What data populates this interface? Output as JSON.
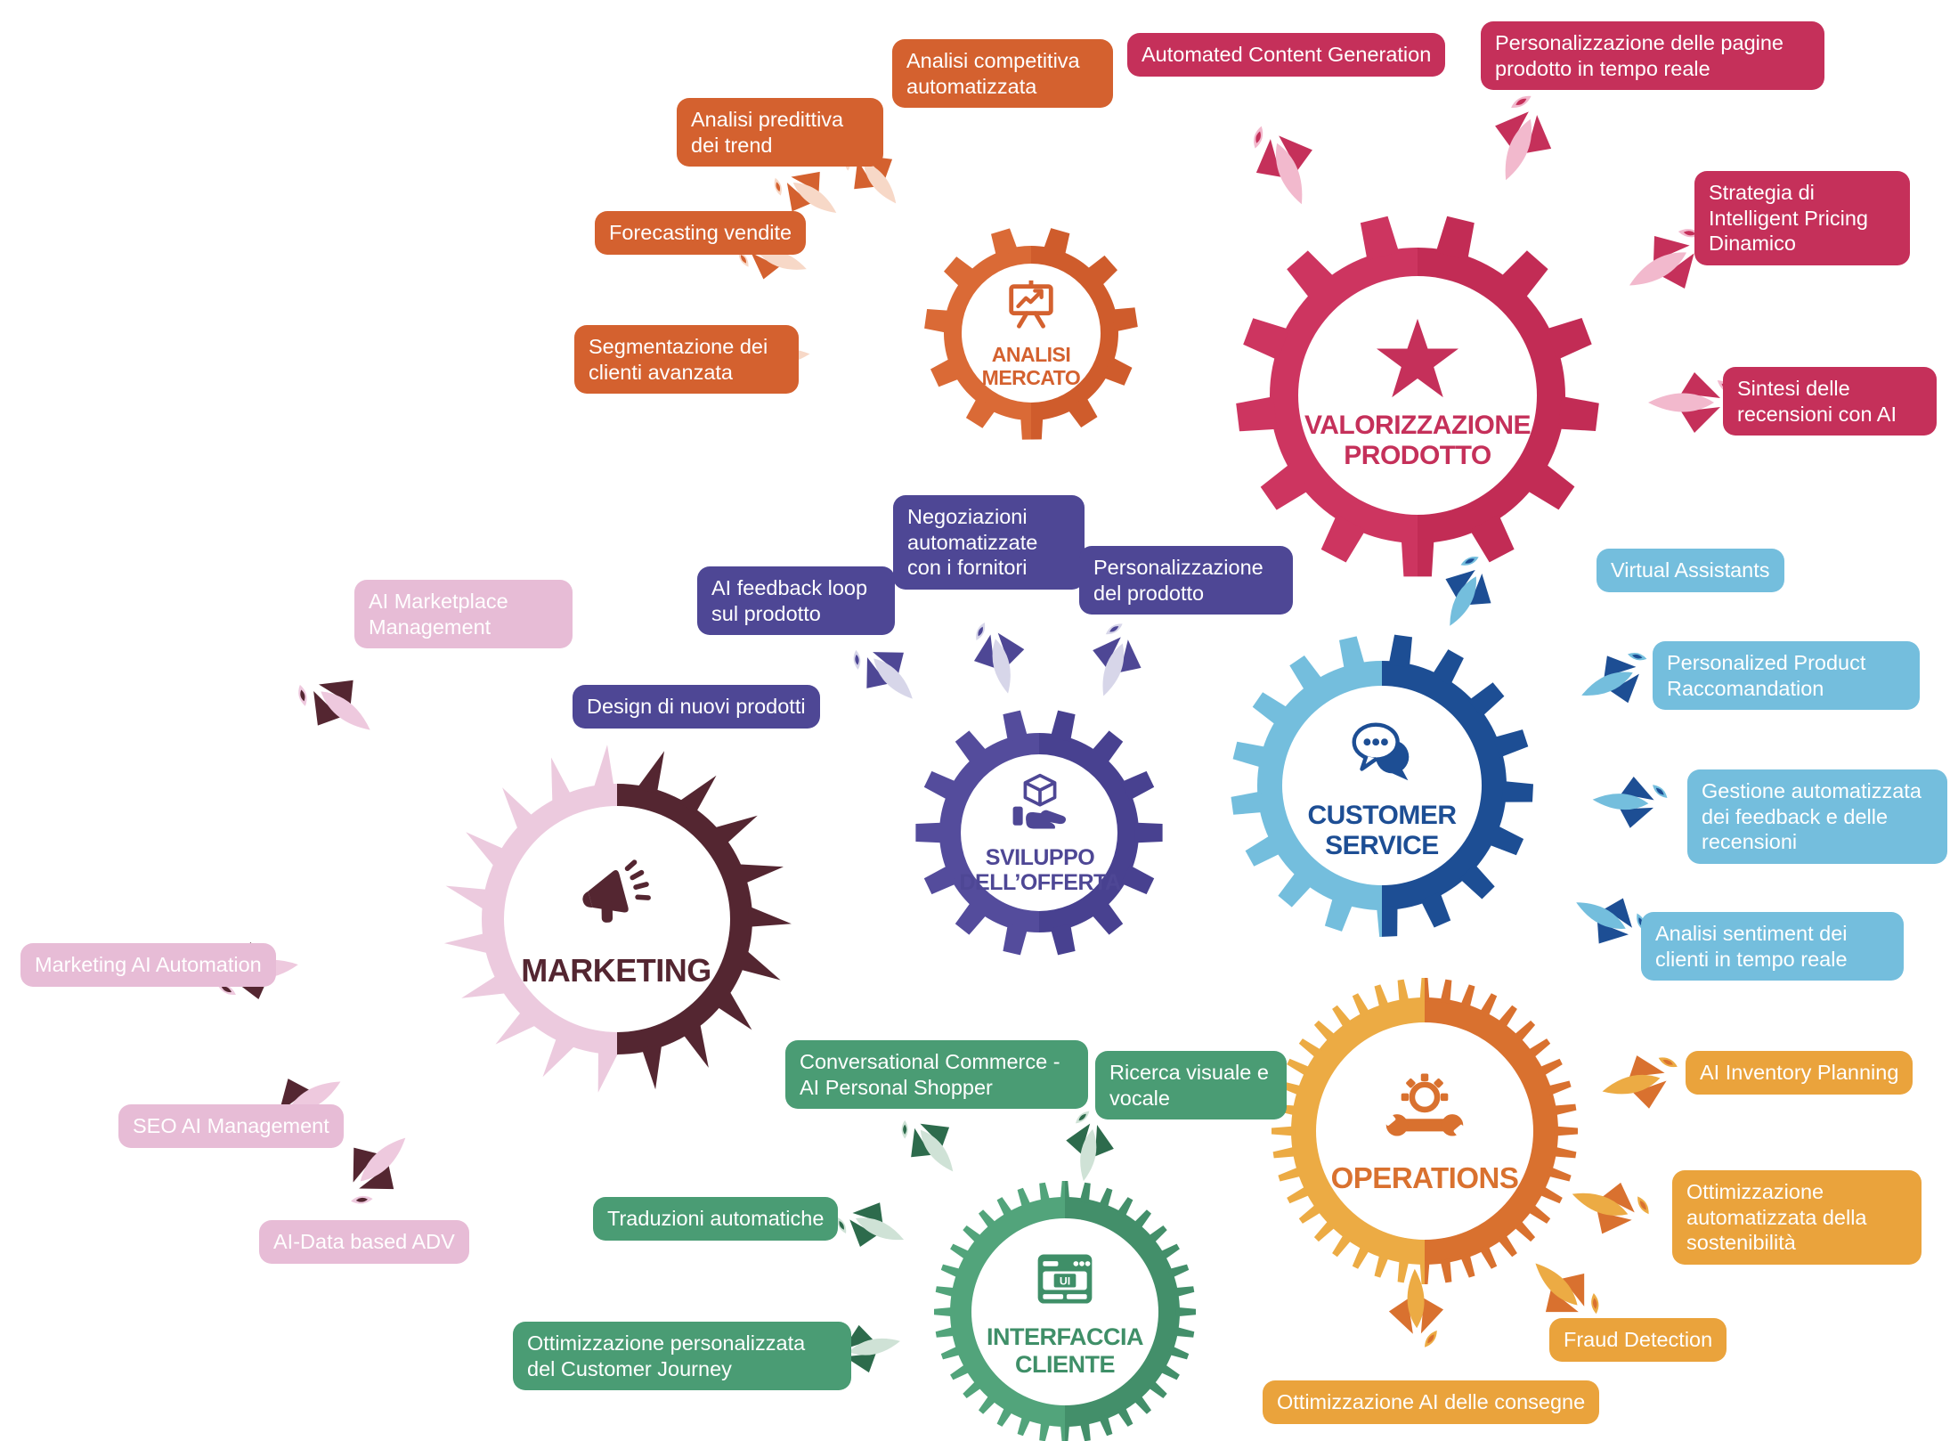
{
  "diagram": {
    "type": "gears-mindmap",
    "background": "#ffffff",
    "hubs": [
      {
        "id": "analisi-mercato",
        "title": "ANALISI\nMERCATO",
        "icon": "presentation-chart-icon",
        "colors": {
          "gear_left": "#da6a36",
          "gear_right": "#cf5c2c",
          "title": "#d4612f",
          "label_bg": "#d4612f",
          "label_text": "#ffffff",
          "rocket_body": "#f7d8c7",
          "rocket_fin": "#d4612f"
        },
        "labels": [
          "Analisi competitiva automatizzata",
          "Analisi predittiva dei trend",
          "Forecasting vendite",
          "Segmentazione dei clienti avanzata"
        ]
      },
      {
        "id": "valorizzazione-prodotto",
        "title": "VALORIZZAZIONE\nPRODOTTO",
        "icon": "star-icon",
        "colors": {
          "gear_left": "#cd3560",
          "gear_right": "#c22c55",
          "title": "#c5305a",
          "label_bg": "#c5305a",
          "label_text": "#ffffff",
          "rocket_body": "#f2b9cd",
          "rocket_fin": "#c5305a"
        },
        "labels": [
          "Automated Content Generation",
          "Personalizzazione delle pagine prodotto in tempo reale",
          "Strategia di Intelligent Pricing Dinamico",
          "Sintesi delle recensioni con AI"
        ]
      },
      {
        "id": "sviluppo-offerta",
        "title": "SVILUPPO\nDELL’OFFERTA",
        "icon": "product-box-hand-icon",
        "colors": {
          "gear_left": "#544c9c",
          "gear_right": "#484190",
          "title": "#4e4795",
          "label_bg": "#4e4795",
          "label_text": "#ffffff",
          "rocket_body": "#d7d6e9",
          "rocket_fin": "#4e4795"
        },
        "labels": [
          "Negoziazioni automatizzate con i fornitori",
          "Personalizzazione del prodotto",
          "AI feedback loop sul prodotto",
          "Design di nuovi prodotti"
        ]
      },
      {
        "id": "customer-service",
        "title": "CUSTOMER\nSERVICE",
        "icon": "chat-bubbles-icon",
        "colors": {
          "gear_left": "#74bedd",
          "gear_right": "#1d4e94",
          "title": "#1d4e94",
          "label_bg": "#74bedd",
          "label_text": "#ffffff",
          "rocket_body": "#74bedd",
          "rocket_fin": "#1d4e94"
        },
        "labels": [
          "Virtual Assistants",
          "Personalized Product Raccomandation",
          "Gestione automatizzata dei feedback e delle recensioni",
          "Analisi sentiment dei clienti in tempo reale"
        ]
      },
      {
        "id": "marketing",
        "title": "MARKETING",
        "icon": "megaphone-icon",
        "colors": {
          "gear_left": "#eccade",
          "gear_right": "#542631",
          "title": "#542631",
          "label_bg": "#e7bcd6",
          "label_text": "#ffffff",
          "rocket_body": "#eec9de",
          "rocket_fin": "#542631"
        },
        "labels": [
          "AI Marketplace Management",
          "Marketing AI Automation",
          "SEO AI Management",
          "AI-Data based ADV"
        ]
      },
      {
        "id": "interfaccia-cliente",
        "title": "INTERFACCIA\nCLIENTE",
        "icon": "ui-window-icon",
        "colors": {
          "gear_left": "#52a47b",
          "gear_right": "#438f6a",
          "title": "#3f8f68",
          "label_bg": "#4a9c74",
          "label_text": "#ffffff",
          "rocket_body": "#cfe2d6",
          "rocket_fin": "#2d6b4c"
        },
        "labels": [
          "Conversational Commerce - AI Personal Shopper",
          "Ricerca visuale e vocale",
          "Traduzioni automatiche",
          "Ottimizzazione personalizzata del Customer Journey"
        ]
      },
      {
        "id": "operations",
        "title": "OPERATIONS",
        "icon": "gear-wrench-icon",
        "colors": {
          "gear_left": "#ecab44",
          "gear_right": "#d9712f",
          "title": "#d9712f",
          "label_bg": "#eaa33c",
          "label_text": "#ffffff",
          "rocket_body": "#ecab44",
          "rocket_fin": "#d9712f"
        },
        "labels": [
          "AI Inventory Planning",
          "Ottimizzazione automatizzata della sostenibilità",
          "Fraud Detection",
          "Ottimizzazione AI delle consegne"
        ]
      }
    ]
  }
}
